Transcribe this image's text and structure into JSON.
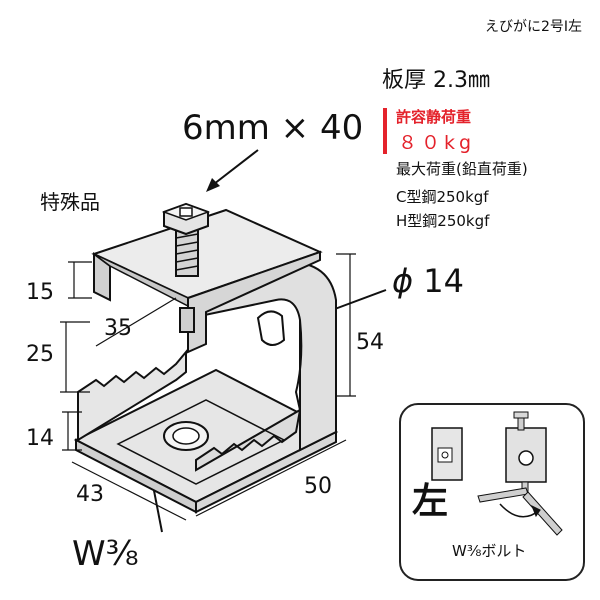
{
  "product": {
    "name": "えびがに2号I左",
    "thickness": "板厚 2.3㎜",
    "allowable_load_label": "許容静荷重",
    "allowable_load_value": "８０kg",
    "max_load_label": "最大荷重(鉛直荷重)",
    "c_steel_load": "C型鋼250kgf",
    "h_steel_load": "H型鋼250kgf"
  },
  "callouts": {
    "bolt_spec": "6mm × 40",
    "special_item": "特殊品",
    "hole_symbol": "ϕ",
    "hole_diameter": "14",
    "thread": "W⅜"
  },
  "dimensions": {
    "d15": "15",
    "d35": "35",
    "d25": "25",
    "d54": "54",
    "d14": "14",
    "d43": "43",
    "d50": "50"
  },
  "inset": {
    "side": "左",
    "bolt_note": "W⅜ボルト"
  },
  "colors": {
    "accent_red": "#e4222b",
    "metal_fill": "#e6e6e6",
    "line": "#111111"
  }
}
